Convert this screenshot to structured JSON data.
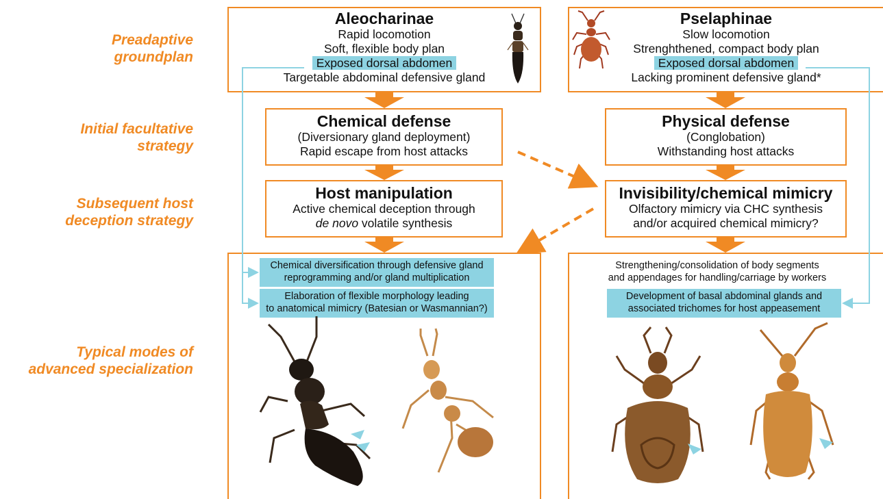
{
  "row_labels": {
    "preadaptive": [
      "Preadaptive",
      "groundplan"
    ],
    "initial": [
      "Initial facultative",
      "strategy"
    ],
    "subsequent": [
      "Subsequent host",
      "deception strategy"
    ],
    "typical": [
      "Typical modes of",
      "advanced specialization"
    ]
  },
  "left": {
    "groundplan": {
      "title": "Aleocharinae",
      "lines": [
        "Rapid locomotion",
        "Soft, flexible body plan",
        "Exposed dorsal abdomen",
        "Targetable abdominal defensive gland"
      ]
    },
    "initial": {
      "title": "Chemical defense",
      "lines": [
        "(Diversionary gland deployment)",
        "Rapid escape from host attacks"
      ]
    },
    "subsequent": {
      "title": "Host manipulation",
      "lines": [
        "Active chemical deception through",
        "de novo",
        " volatile synthesis"
      ]
    },
    "advanced": {
      "items": [
        [
          "Chemical diversification through defensive gland",
          "reprogramming and/or gland multiplication"
        ],
        [
          "Elaboration of flexible morphology leading",
          "to anatomical mimicry (Batesian or Wasmannian?)"
        ]
      ]
    }
  },
  "right": {
    "groundplan": {
      "title": "Pselaphinae",
      "lines": [
        "Slow locomotion",
        "Strenghthened, compact body plan",
        "Exposed dorsal abdomen",
        "Lacking prominent defensive gland*"
      ]
    },
    "initial": {
      "title": "Physical defense",
      "lines": [
        "(Conglobation)",
        "Withstanding host attacks"
      ]
    },
    "subsequent": {
      "title": "Invisibility/chemical mimicry",
      "lines": [
        "Olfactory mimicry via CHC synthesis",
        "and/or acquired chemical mimicry?"
      ]
    },
    "advanced": {
      "plain": [
        "Strengthening/consolidation of body segments",
        "and appendages for handling/carriage by workers"
      ],
      "items": [
        [
          "Development of basal abdominal glands and",
          "associated trichomes for host appeasement"
        ]
      ]
    }
  },
  "colors": {
    "accent": "#F08A24",
    "highlight": "#8DD3E2"
  }
}
